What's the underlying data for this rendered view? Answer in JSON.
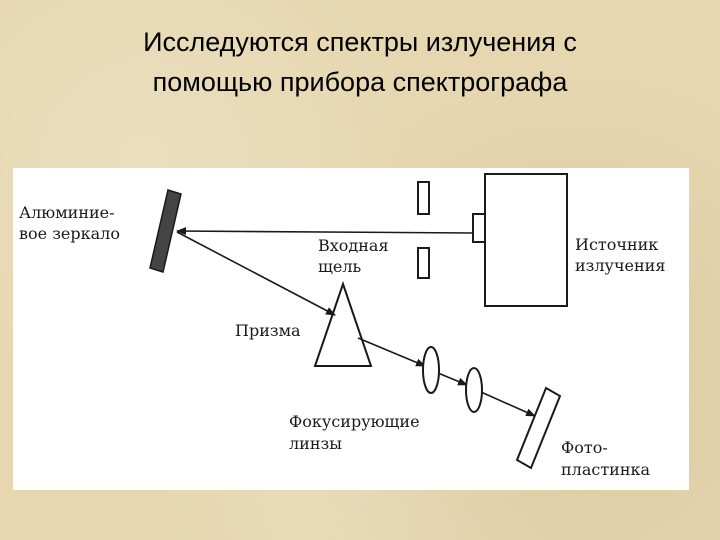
{
  "slide": {
    "title_line1": "Исследуются спектры излучения с",
    "title_line2": "помощью прибора спектрографа"
  },
  "diagram": {
    "labels": {
      "mirror_line1": "Алюминие-",
      "mirror_line2": "вое зеркало",
      "slit_line1": "Входная",
      "slit_line2": "щель",
      "source_line1": "Источник",
      "source_line2": "излучения",
      "prism": "Призма",
      "lenses_line1": "Фокусирующие",
      "lenses_line2": "линзы",
      "plate_line1": "Фото-",
      "plate_line2": "пластинка"
    },
    "colors": {
      "background": "#e6d7b0",
      "panel": "#ffffff",
      "ink": "#1a1a1a"
    }
  }
}
